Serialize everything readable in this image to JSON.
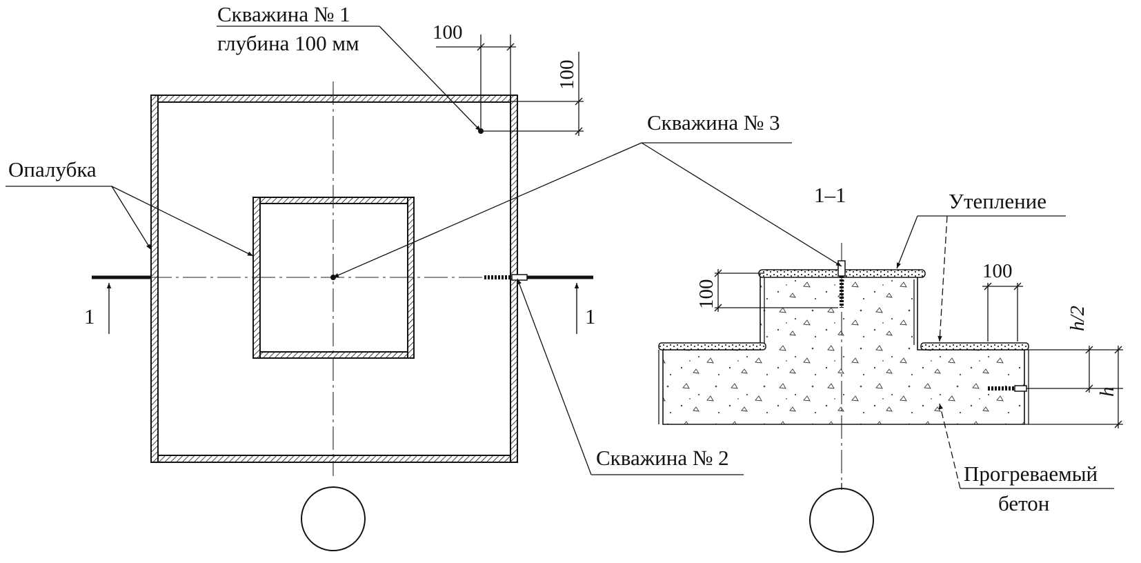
{
  "labels": {
    "well1_title": "Скважина № 1",
    "well1_depth": "глубина 100 мм",
    "well2": "Скважина № 2",
    "well3": "Скважина № 3",
    "formwork": "Опалубка",
    "insulation": "Утепление",
    "heated_concrete_line1": "Прогреваемый",
    "heated_concrete_line2": "бетон",
    "section_title": "1–1",
    "section_mark_left": "1",
    "section_mark_right": "1"
  },
  "dimensions": {
    "plan_top_horizontal": "100",
    "plan_top_vertical": "100",
    "section_well_depth": "100",
    "section_right_horizontal": "100",
    "half_height": "h/2",
    "height": "h"
  }
}
